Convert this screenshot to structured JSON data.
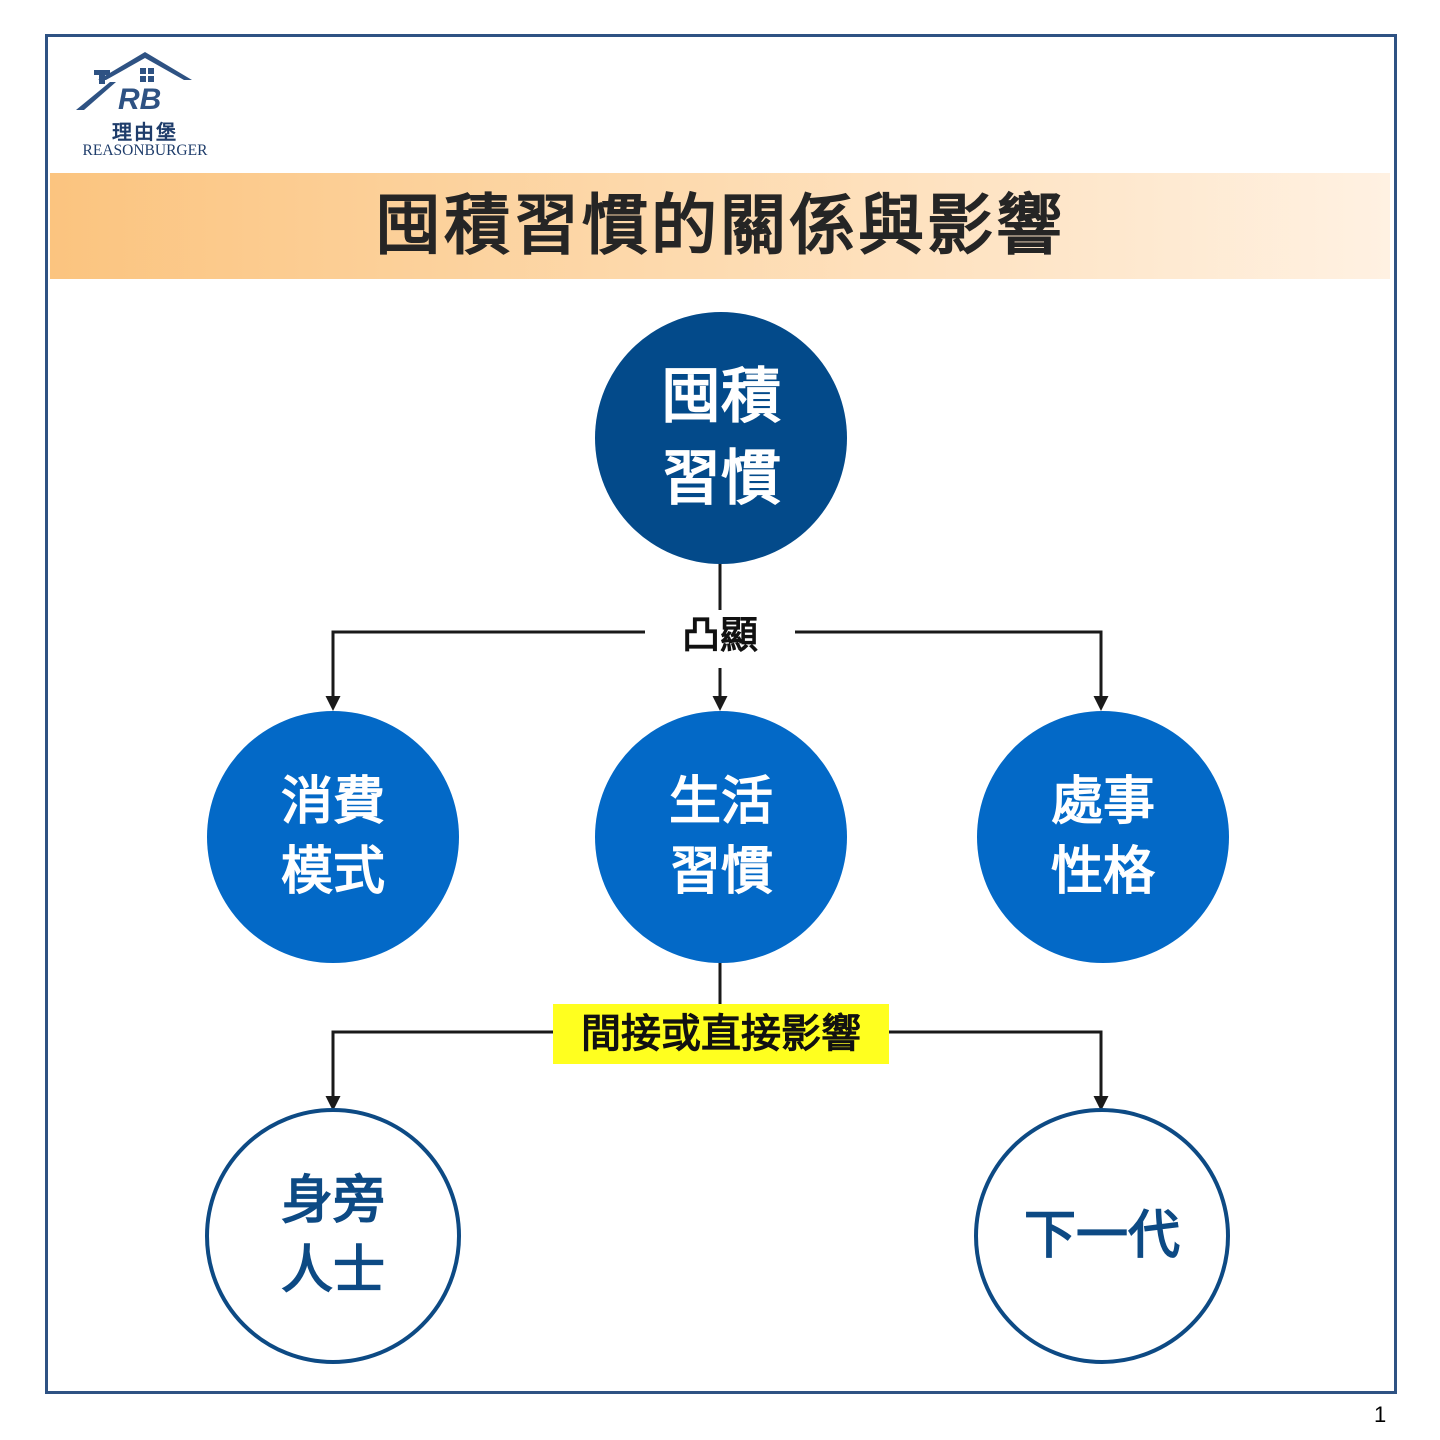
{
  "logo": {
    "mark": "RB",
    "name_cn": "理由堡",
    "name_en": "REASONBURGER",
    "color": "#1f3d6b"
  },
  "title": "囤積習慣的關係與影響",
  "nodes": {
    "root": "囤積\n習慣",
    "consumption": "消費\n模式",
    "lifestyle": "生活\n習慣",
    "character": "處事\n性格",
    "people_around": "身旁\n人士",
    "next_generation": "下一代"
  },
  "edges": {
    "reveal": "凸顯",
    "influence": "間接或直接影響"
  },
  "colors": {
    "frame": "#2e5283",
    "root_fill": "#034a8a",
    "mid_fill": "#0369c7",
    "outline": "#0d4a84",
    "highlight": "#ffff1f"
  },
  "page_number": "1"
}
